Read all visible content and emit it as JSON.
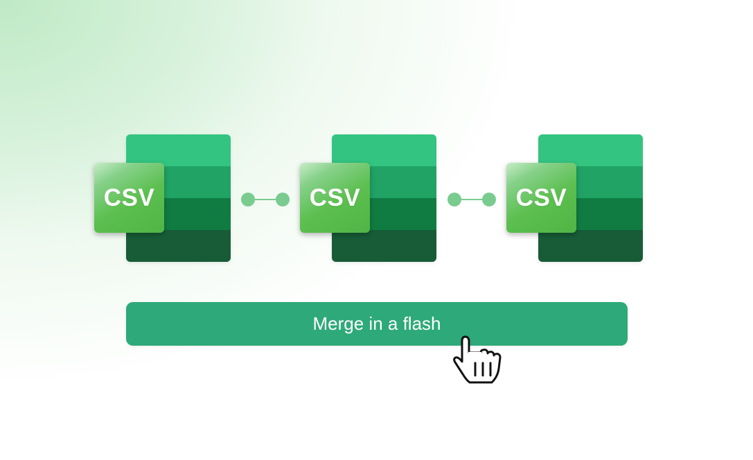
{
  "files": [
    {
      "label": "CSV"
    },
    {
      "label": "CSV"
    },
    {
      "label": "CSV"
    }
  ],
  "action": {
    "label": "Merge in a flash"
  },
  "colors": {
    "button": "#2ea97a",
    "connector": "#7acb8f",
    "sheet_bands": [
      "#33c481",
      "#21a366",
      "#107c41",
      "#185c37"
    ],
    "tile": "#5cbf4f"
  },
  "icons": {
    "file": "csv-file-icon",
    "connector": "connector-icon",
    "cursor": "hand-pointer-icon"
  }
}
